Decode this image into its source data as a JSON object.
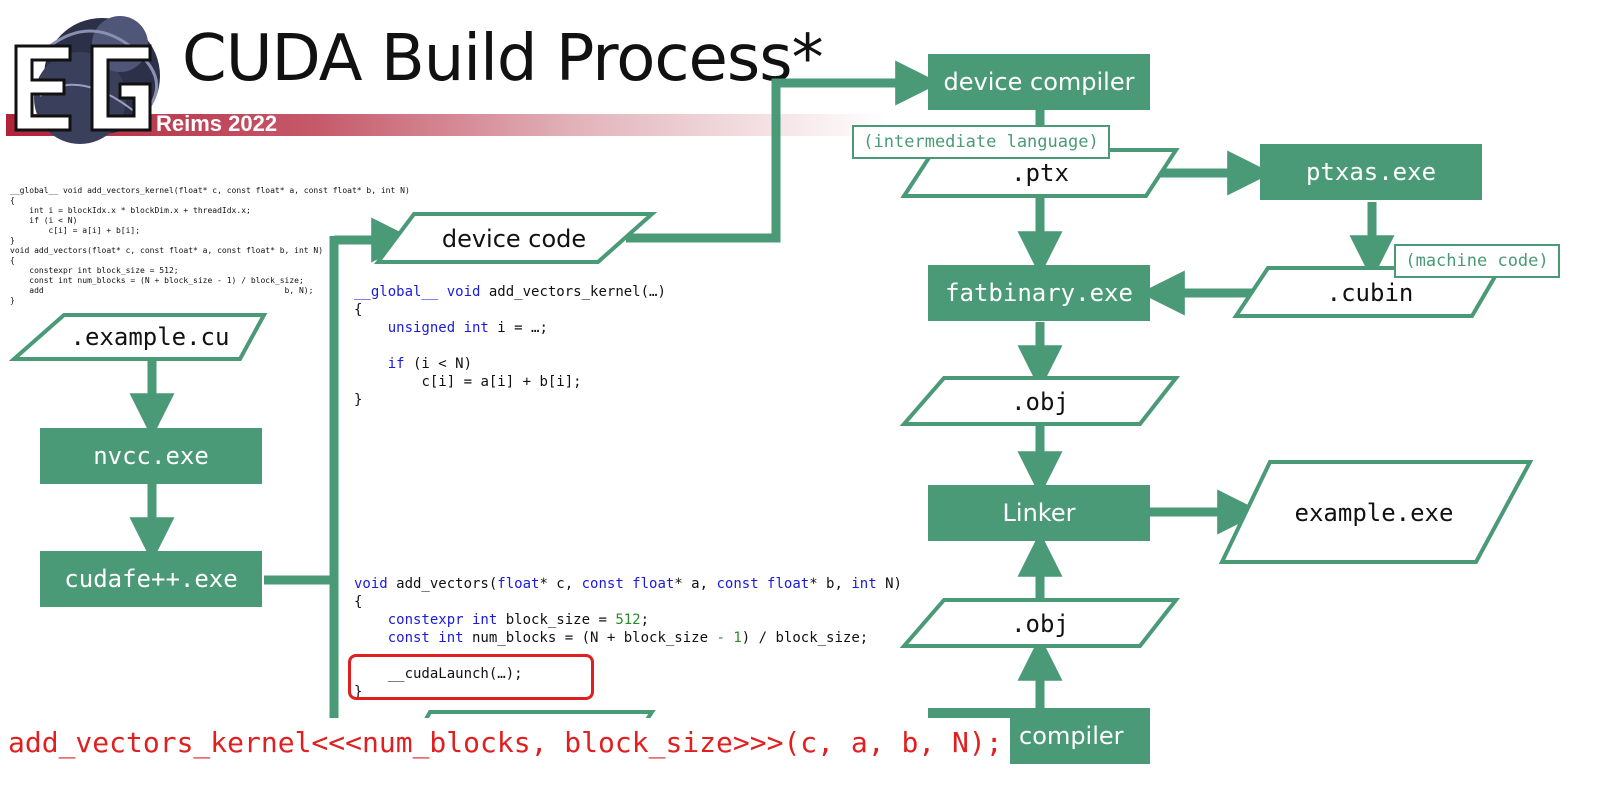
{
  "title": "CUDA Build Process*",
  "conference": "Reims 2022",
  "source_snippet": [
    "__global__ void add_vectors_kernel(float* c, const float* a, const float* b, int N)",
    "{",
    "    int i = blockIdx.x * blockDim.x + threadIdx.x;",
    "",
    "    if (i < N)",
    "        c[i] = a[i] + b[i];",
    "}",
    "",
    "void add_vectors(float* c, const float* a, const float* b, int N)",
    "{",
    "    constexpr int block_size = 512;",
    "    const int num_blocks = (N + block_size - 1) / block_size;",
    "",
    "    add                                                  b, N);",
    "}"
  ],
  "nodes": {
    "example_cu": ".example.cu",
    "nvcc": "nvcc.exe",
    "cudafe": "cudafe++.exe",
    "device_code": "device code",
    "device_compiler": "device compiler",
    "ptx": ".ptx",
    "ptxas": "ptxas.exe",
    "cubin": ".cubin",
    "fatbinary": "fatbinary.exe",
    "obj_top": ".obj",
    "linker": "Linker",
    "example_exe": "example.exe",
    "obj_bottom": ".obj",
    "cpp_compiler": "C++ compiler"
  },
  "notes": {
    "intermediate": "(intermediate language)",
    "machine": "(machine code)"
  },
  "device_code_lines": {
    "l1_kw": "__global__",
    "l1_kw2": "void",
    "l1_rest": " add_vectors_kernel(…)",
    "l2": "{",
    "l3_kw": "unsigned int",
    "l3_rest": " i = …;",
    "l5_kw": "if",
    "l5_rest": " (i < N)",
    "l6": "c[i] = a[i] + b[i];",
    "l7": "}"
  },
  "host_code_lines": {
    "l1_kw": "void",
    "l1_rest_a": " add_vectors(",
    "l1_t1": "float",
    "l1_rest_b": "* c, ",
    "l1_t2": "const float",
    "l1_rest_c": "* a, ",
    "l1_t3": "const float",
    "l1_rest_d": "* b, ",
    "l1_t4": "int",
    "l1_rest_e": " N)",
    "l2": "{",
    "l3_kw": "constexpr int",
    "l3_rest": " block_size = ",
    "l3_num": "512",
    "l3_end": ";",
    "l4_kw": "const int",
    "l4_rest": " num_blocks = (N + block_size ",
    "l4_op": "-",
    "l4_sp": " ",
    "l4_num": "1",
    "l4_end": ") / block_size;",
    "l6": "__cudaLaunch(…);",
    "l7": "}"
  },
  "launch_line": "add_vectors_kernel<<<num_blocks, block_size>>>(c, a, b, N);",
  "colors": {
    "box": "#4a9a77",
    "highlight": "#e02020",
    "keyword": "#1a1add"
  }
}
